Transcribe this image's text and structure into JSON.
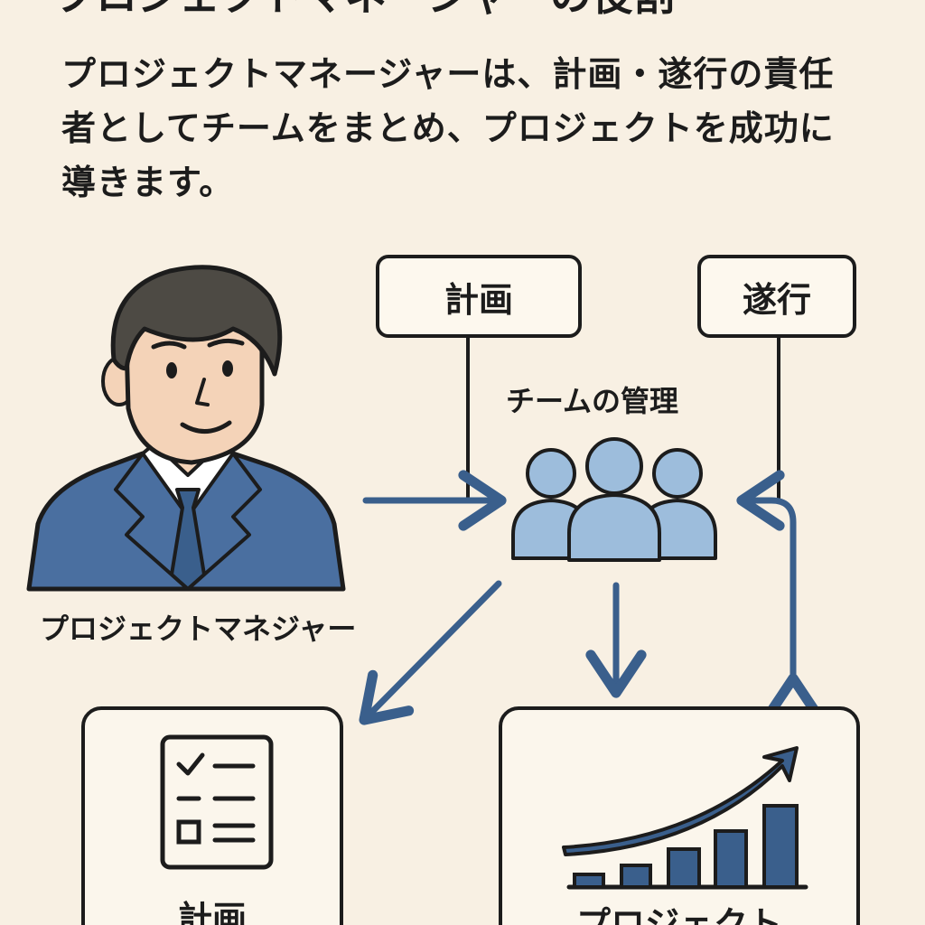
{
  "header": {
    "title": "プロジェクトマネージャーの役割",
    "intro_lines": [
      "プロジェクトマネージャーは、計画・遂行の責任",
      "者としてチームをまとめ、プロジェクトを成功に",
      "導きます。"
    ]
  },
  "manager": {
    "caption": "プロジェクトマネジャー"
  },
  "boxes": {
    "plan_label": "計画",
    "execution_label": "遂行"
  },
  "team": {
    "caption": "チームの管理"
  },
  "panels": {
    "plan_label": "計画",
    "project_label": "プロジェクト"
  },
  "colors": {
    "background": "#f8f0e3",
    "arrow_blue": "#3a5f8c",
    "suit_blue": "#4a6fa0",
    "people_blue": "#9dbddc",
    "chart_blue": "#3a5f8c"
  }
}
